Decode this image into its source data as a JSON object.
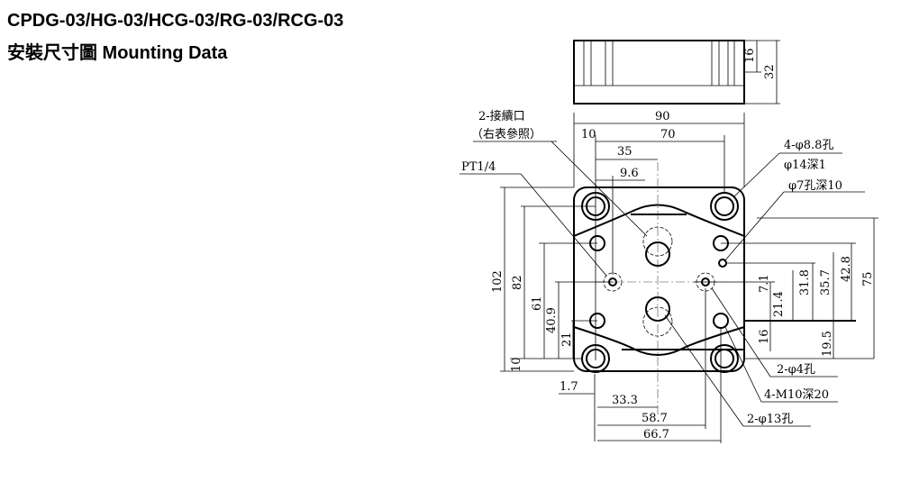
{
  "title": {
    "models": "CPDG-03/HG-03/HCG-03/RG-03/RCG-03",
    "subtitle": "安裝尺寸圖 Mounting Data"
  },
  "drawing": {
    "top_view_dims": {
      "d16": "16",
      "d32": "32"
    },
    "horizontal_dims": {
      "d90": "90",
      "d10": "10",
      "d70": "70",
      "d35": "35",
      "d9_6": "9.6",
      "d1_7": "1.7",
      "d33_3": "33.3",
      "d58_7": "58.7",
      "d66_7": "66.7"
    },
    "left_dims": {
      "d102": "102",
      "d82": "82",
      "d61": "61",
      "d40_9": "40.9",
      "d21": "21",
      "d10": "10"
    },
    "right_dims": {
      "d7_1": "7.1",
      "d21_4": "21.4",
      "d31_8": "31.8",
      "d35_7": "35.7",
      "d42_8": "42.8",
      "d75": "75",
      "d16": "16",
      "d19_5": "19.5"
    },
    "labels": {
      "port_count": "2-接續口",
      "port_ref": "（右表參照）",
      "pt": "PT1/4",
      "bolt_hole": "4-φ8.8孔",
      "counterbore": "φ14深1",
      "pin_hole": "φ7孔深10",
      "small_hole": "2-φ4孔",
      "thread": "4-M10深20",
      "port_hole": "2-φ13孔"
    }
  }
}
